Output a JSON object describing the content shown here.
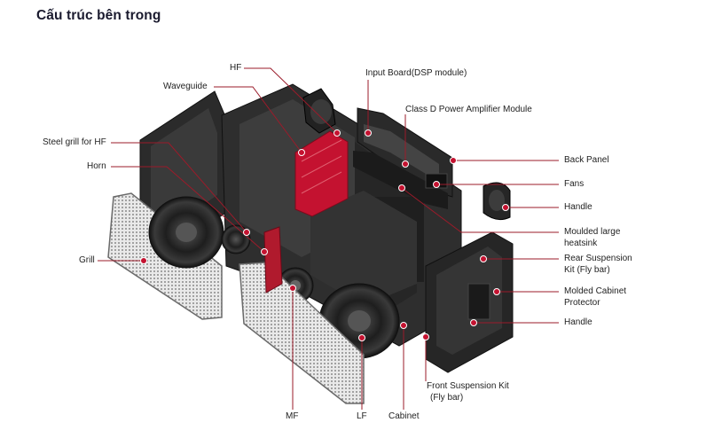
{
  "title": "Cấu trúc bên trong",
  "colors": {
    "accent": "#c41230",
    "line": "#9b1b2a",
    "body": "#2a2a2a",
    "text": "#222222"
  },
  "labels": {
    "hf": "HF",
    "waveguide": "Waveguide",
    "steel_grill_hf": "Steel grill for HF",
    "horn": "Horn",
    "grill": "Grill",
    "mf": "MF",
    "lf": "LF",
    "cabinet": "Cabinet",
    "front_suspension_1": "Front Suspension Kit",
    "front_suspension_2": "(Fly bar)",
    "input_board": "Input Board(DSP module)",
    "amp_module": "Class D Power Amplifier Module",
    "back_panel": "Back Panel",
    "fans": "Fans",
    "handle_top": "Handle",
    "heatsink_1": "Moulded large",
    "heatsink_2": "heatsink",
    "rear_suspension_1": "Rear Suspension",
    "rear_suspension_2": "Kit (Fly bar)",
    "cabinet_protector_1": "Molded Cabinet",
    "cabinet_protector_2": "Protector",
    "handle_bottom": "Handle"
  }
}
